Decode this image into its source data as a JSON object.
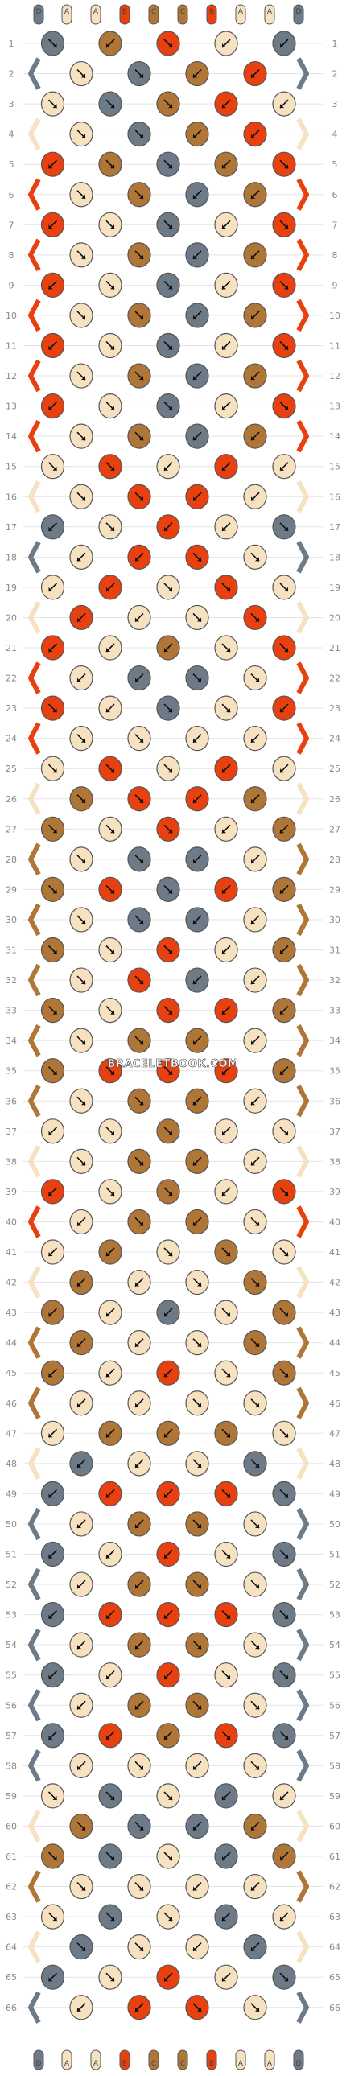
{
  "watermark": "BRACELETBOOK.COM",
  "colors": {
    "D": "#6d7a87",
    "A": "#f6e2c1",
    "B": "#e8410f",
    "C": "#b07637"
  },
  "top_strands": [
    "D",
    "A",
    "A",
    "B",
    "C",
    "C",
    "B",
    "A",
    "A",
    "D"
  ],
  "bottom_strands": [
    "D",
    "A",
    "A",
    "B",
    "C",
    "C",
    "B",
    "A",
    "A",
    "D"
  ],
  "row_count": 66,
  "knots": [
    [
      "D",
      "C",
      "B",
      "A",
      "D"
    ],
    [
      "A",
      "D",
      "C",
      "B"
    ],
    [
      "A",
      "D",
      "C",
      "B",
      "A"
    ],
    [
      "A",
      "D",
      "C",
      "B"
    ],
    [
      "B",
      "C",
      "D",
      "C",
      "B"
    ],
    [
      "A",
      "C",
      "D",
      "C"
    ],
    [
      "B",
      "A",
      "D",
      "A",
      "B"
    ],
    [
      "A",
      "C",
      "D",
      "C"
    ],
    [
      "B",
      "A",
      "D",
      "A",
      "B"
    ],
    [
      "A",
      "C",
      "D",
      "C"
    ],
    [
      "B",
      "A",
      "D",
      "A",
      "B"
    ],
    [
      "A",
      "C",
      "D",
      "C"
    ],
    [
      "B",
      "A",
      "D",
      "A",
      "B"
    ],
    [
      "A",
      "C",
      "D",
      "C"
    ],
    [
      "A",
      "B",
      "A",
      "B",
      "A"
    ],
    [
      "A",
      "B",
      "B",
      "A"
    ],
    [
      "D",
      "A",
      "B",
      "A",
      "D"
    ],
    [
      "A",
      "B",
      "B",
      "A"
    ],
    [
      "A",
      "B",
      "A",
      "B",
      "A"
    ],
    [
      "B",
      "A",
      "A",
      "B"
    ],
    [
      "B",
      "A",
      "C",
      "A",
      "B"
    ],
    [
      "A",
      "D",
      "D",
      "A"
    ],
    [
      "B",
      "A",
      "D",
      "A",
      "B"
    ],
    [
      "A",
      "A",
      "A",
      "A"
    ],
    [
      "A",
      "B",
      "A",
      "B",
      "A"
    ],
    [
      "C",
      "B",
      "B",
      "C"
    ],
    [
      "C",
      "A",
      "B",
      "A",
      "C"
    ],
    [
      "A",
      "D",
      "D",
      "A"
    ],
    [
      "C",
      "B",
      "D",
      "B",
      "C"
    ],
    [
      "A",
      "D",
      "D",
      "A"
    ],
    [
      "C",
      "A",
      "B",
      "A",
      "C"
    ],
    [
      "A",
      "B",
      "D",
      "A"
    ],
    [
      "C",
      "A",
      "B",
      "B",
      "C"
    ],
    [
      "A",
      "C",
      "C",
      "A"
    ],
    [
      "C",
      "B",
      "B",
      "B",
      "C"
    ],
    [
      "A",
      "C",
      "C",
      "A"
    ],
    [
      "A",
      "A",
      "C",
      "A",
      "A"
    ],
    [
      "A",
      "C",
      "C",
      "A"
    ],
    [
      "B",
      "A",
      "C",
      "A",
      "B"
    ],
    [
      "A",
      "C",
      "C",
      "A"
    ],
    [
      "A",
      "C",
      "A",
      "C",
      "A"
    ],
    [
      "C",
      "A",
      "A",
      "C"
    ],
    [
      "C",
      "A",
      "D",
      "A",
      "C"
    ],
    [
      "C",
      "A",
      "A",
      "C"
    ],
    [
      "C",
      "A",
      "B",
      "A",
      "C"
    ],
    [
      "A",
      "A",
      "A",
      "A"
    ],
    [
      "A",
      "C",
      "C",
      "C",
      "A"
    ],
    [
      "D",
      "A",
      "A",
      "D"
    ],
    [
      "D",
      "B",
      "B",
      "B",
      "D"
    ],
    [
      "A",
      "C",
      "C",
      "A"
    ],
    [
      "D",
      "A",
      "B",
      "A",
      "D"
    ],
    [
      "A",
      "C",
      "C",
      "A"
    ],
    [
      "D",
      "B",
      "B",
      "B",
      "D"
    ],
    [
      "A",
      "C",
      "C",
      "A"
    ],
    [
      "D",
      "A",
      "B",
      "A",
      "D"
    ],
    [
      "A",
      "C",
      "C",
      "A"
    ],
    [
      "D",
      "B",
      "C",
      "B",
      "D"
    ],
    [
      "A",
      "A",
      "A",
      "A"
    ],
    [
      "A",
      "D",
      "A",
      "D",
      "A"
    ],
    [
      "C",
      "D",
      "D",
      "C"
    ],
    [
      "C",
      "D",
      "A",
      "D",
      "C"
    ],
    [
      "A",
      "A",
      "A",
      "A"
    ],
    [
      "A",
      "D",
      "A",
      "D",
      "A"
    ],
    [
      "D",
      "A",
      "A",
      "D"
    ],
    [
      "D",
      "A",
      "B",
      "A",
      "D"
    ],
    [
      "A",
      "B",
      "B",
      "A"
    ]
  ],
  "arrows": [
    [
      "se",
      "sw",
      "se",
      "sw",
      "sw"
    ],
    [
      "se",
      "se",
      "sw",
      "sw"
    ],
    [
      "se",
      "se",
      "se",
      "sw",
      "sw"
    ],
    [
      "se",
      "se",
      "sw",
      "sw"
    ],
    [
      "sw",
      "se",
      "se",
      "sw",
      "se"
    ],
    [
      "se",
      "se",
      "sw",
      "sw"
    ],
    [
      "sw",
      "se",
      "se",
      "sw",
      "se"
    ],
    [
      "se",
      "se",
      "sw",
      "sw"
    ],
    [
      "sw",
      "se",
      "se",
      "sw",
      "se"
    ],
    [
      "se",
      "se",
      "sw",
      "sw"
    ],
    [
      "sw",
      "se",
      "se",
      "sw",
      "se"
    ],
    [
      "se",
      "se",
      "sw",
      "sw"
    ],
    [
      "sw",
      "se",
      "se",
      "sw",
      "se"
    ],
    [
      "se",
      "se",
      "sw",
      "sw"
    ],
    [
      "se",
      "se",
      "sw",
      "sw",
      "sw"
    ],
    [
      "se",
      "se",
      "sw",
      "sw"
    ],
    [
      "sw",
      "se",
      "sw",
      "sw",
      "se"
    ],
    [
      "sw",
      "sw",
      "se",
      "se"
    ],
    [
      "sw",
      "sw",
      "se",
      "se",
      "se"
    ],
    [
      "sw",
      "sw",
      "se",
      "se"
    ],
    [
      "sw",
      "sw",
      "sw",
      "se",
      "se"
    ],
    [
      "sw",
      "sw",
      "se",
      "se"
    ],
    [
      "se",
      "sw",
      "se",
      "se",
      "sw"
    ],
    [
      "se",
      "se",
      "sw",
      "sw"
    ],
    [
      "se",
      "se",
      "se",
      "sw",
      "sw"
    ],
    [
      "se",
      "se",
      "sw",
      "sw"
    ],
    [
      "se",
      "se",
      "se",
      "sw",
      "sw"
    ],
    [
      "se",
      "se",
      "sw",
      "sw"
    ],
    [
      "se",
      "se",
      "se",
      "sw",
      "sw"
    ],
    [
      "se",
      "se",
      "sw",
      "sw"
    ],
    [
      "se",
      "se",
      "se",
      "sw",
      "sw"
    ],
    [
      "se",
      "se",
      "sw",
      "sw"
    ],
    [
      "se",
      "se",
      "se",
      "sw",
      "sw"
    ],
    [
      "se",
      "se",
      "sw",
      "sw"
    ],
    [
      "se",
      "se",
      "se",
      "sw",
      "sw"
    ],
    [
      "se",
      "se",
      "sw",
      "sw"
    ],
    [
      "sw",
      "se",
      "se",
      "sw",
      "se"
    ],
    [
      "se",
      "se",
      "sw",
      "sw"
    ],
    [
      "sw",
      "se",
      "se",
      "sw",
      "se"
    ],
    [
      "sw",
      "se",
      "sw",
      "se"
    ],
    [
      "sw",
      "sw",
      "se",
      "se",
      "se"
    ],
    [
      "sw",
      "sw",
      "se",
      "se"
    ],
    [
      "sw",
      "sw",
      "sw",
      "se",
      "se"
    ],
    [
      "sw",
      "sw",
      "se",
      "se"
    ],
    [
      "sw",
      "sw",
      "sw",
      "se",
      "se"
    ],
    [
      "sw",
      "sw",
      "se",
      "se"
    ],
    [
      "sw",
      "sw",
      "sw",
      "se",
      "se"
    ],
    [
      "sw",
      "sw",
      "se",
      "se"
    ],
    [
      "sw",
      "sw",
      "sw",
      "se",
      "se"
    ],
    [
      "sw",
      "sw",
      "se",
      "se"
    ],
    [
      "sw",
      "sw",
      "sw",
      "se",
      "se"
    ],
    [
      "sw",
      "sw",
      "se",
      "se"
    ],
    [
      "sw",
      "sw",
      "sw",
      "se",
      "se"
    ],
    [
      "sw",
      "sw",
      "se",
      "se"
    ],
    [
      "sw",
      "sw",
      "sw",
      "se",
      "se"
    ],
    [
      "sw",
      "sw",
      "se",
      "se"
    ],
    [
      "sw",
      "sw",
      "sw",
      "se",
      "se"
    ],
    [
      "sw",
      "se",
      "sw",
      "se"
    ],
    [
      "se",
      "se",
      "se",
      "sw",
      "sw"
    ],
    [
      "se",
      "se",
      "sw",
      "sw"
    ],
    [
      "se",
      "se",
      "se",
      "sw",
      "sw"
    ],
    [
      "se",
      "se",
      "sw",
      "sw"
    ],
    [
      "se",
      "se",
      "se",
      "sw",
      "sw"
    ],
    [
      "se",
      "se",
      "sw",
      "sw"
    ],
    [
      "sw",
      "se",
      "sw",
      "sw",
      "se"
    ],
    [
      "sw",
      "sw",
      "se",
      "se"
    ]
  ]
}
